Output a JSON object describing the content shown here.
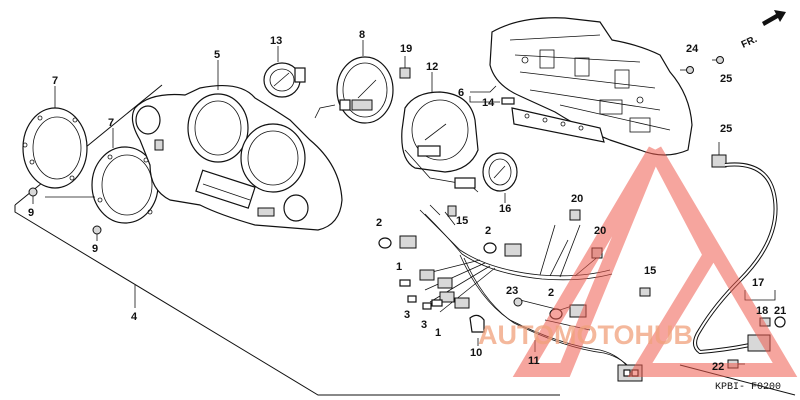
{
  "diagram": {
    "code": "KPBI- F0200",
    "direction_label": "FR.",
    "watermark": "AUTOMOTOHUB",
    "labels": {
      "p1a": "1",
      "p1b": "1",
      "p2a": "2",
      "p2b": "2",
      "p2c": "2",
      "p3a": "3",
      "p3b": "3",
      "p4": "4",
      "p5": "5",
      "p6": "6",
      "p7a": "7",
      "p7b": "7",
      "p8": "8",
      "p9a": "9",
      "p9b": "9",
      "p10": "10",
      "p11": "11",
      "p12": "12",
      "p13": "13",
      "p14": "14",
      "p15a": "15",
      "p15b": "15",
      "p16": "16",
      "p17": "17",
      "p18": "18",
      "p19": "19",
      "p20a": "20",
      "p20b": "20",
      "p21": "21",
      "p22": "22",
      "p23": "23",
      "p24": "24",
      "p25a": "25",
      "p25b": "25"
    }
  },
  "colors": {
    "line": "#111111",
    "watermark": "#f1a17c",
    "watermark_triangle": "#ee5b4f"
  }
}
